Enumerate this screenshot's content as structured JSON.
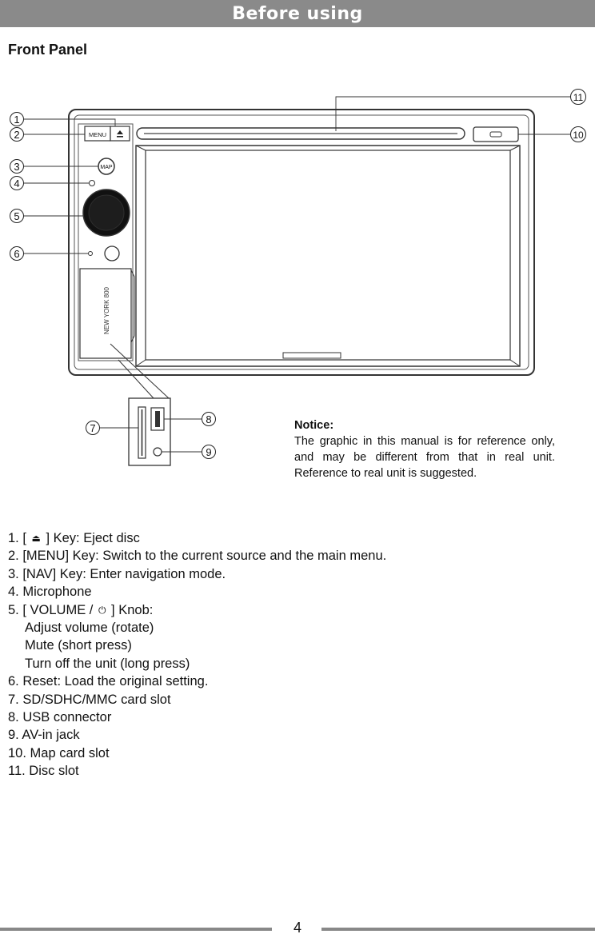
{
  "header": {
    "title": "Before using"
  },
  "section": {
    "title": "Front Panel"
  },
  "diagram": {
    "callouts": [
      "1",
      "2",
      "3",
      "4",
      "5",
      "6",
      "7",
      "8",
      "9",
      "10",
      "11"
    ],
    "buttons": {
      "menu": "MENU",
      "map": "MAP"
    },
    "brand": "NEW YORK 800"
  },
  "notice": {
    "title": "Notice:",
    "body": "The graphic in this manual is for reference only, and may be different from that in real unit. Reference to real unit is suggested."
  },
  "items": [
    {
      "pre": "1. [ ",
      "glyph": "⏏",
      "post": " ] Key: Eject disc"
    },
    {
      "text": "2. [MENU] Key: Switch to the current source and the main menu."
    },
    {
      "text": "3. [NAV] Key: Enter navigation mode."
    },
    {
      "text": "4. Microphone"
    },
    {
      "pre": "5. [ VOLUME / ",
      "glyph": "⏻",
      "post": " ] Knob:"
    },
    {
      "sub": "Adjust volume (rotate)"
    },
    {
      "sub": "Mute (short press)"
    },
    {
      "sub": "Turn off the unit (long press)"
    },
    {
      "text": "6. Reset: Load the original setting."
    },
    {
      "text": "7. SD/SDHC/MMC card slot"
    },
    {
      "text": "8. USB connector"
    },
    {
      "text": "9. AV-in jack"
    },
    {
      "text": "10. Map card slot"
    },
    {
      "text": "11. Disc slot"
    }
  ],
  "footer": {
    "page": "4"
  }
}
